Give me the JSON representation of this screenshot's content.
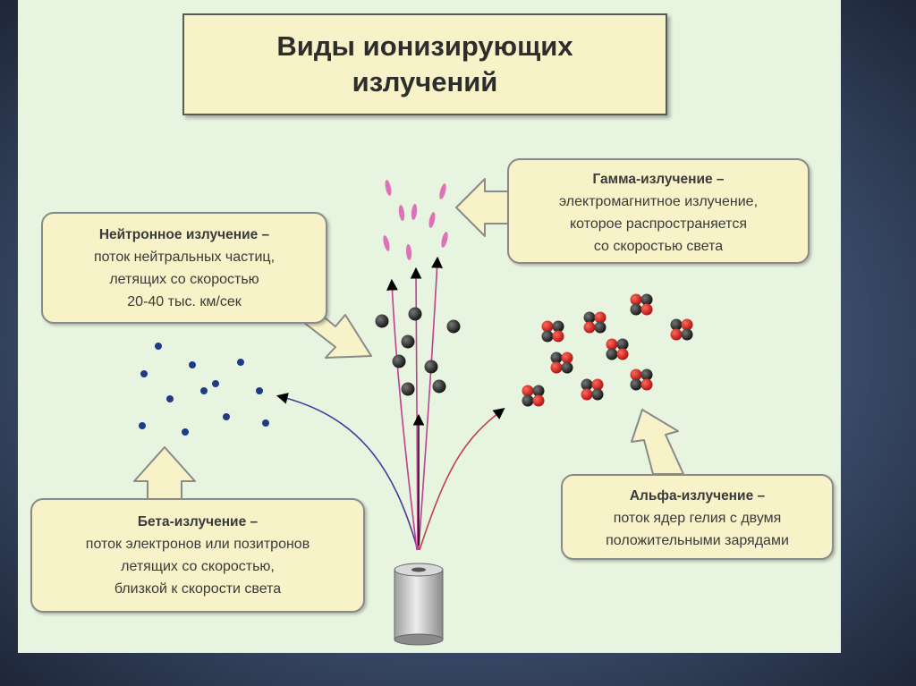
{
  "title": "Виды ионизирующих\nизлучений",
  "callouts": {
    "gamma": {
      "head": "Гамма-излучение –",
      "body": "электромагнитное излучение,\nкоторое распространяется\nсо скоростью света"
    },
    "neutron": {
      "head": "Нейтронное излучение –",
      "body": "поток нейтральных частиц,\nлетящих со скоростью\n20-40 тыс. км/сек"
    },
    "beta": {
      "head": "Бета-излучение –",
      "body": "поток электронов или позитронов\nлетящих со скоростью,\nблизкой к скорости света"
    },
    "alpha": {
      "head": "Альфа-излучение –",
      "body": "поток ядер гелия с двумя\nположительными зарядами"
    }
  },
  "colors": {
    "slide_bg": "#e6f4e0",
    "box_fill": "#f8f2c8",
    "gamma": "#e070b8",
    "neutron": "#2a2a2a",
    "beta": "#1f3b86",
    "alpha": "#d42020"
  }
}
